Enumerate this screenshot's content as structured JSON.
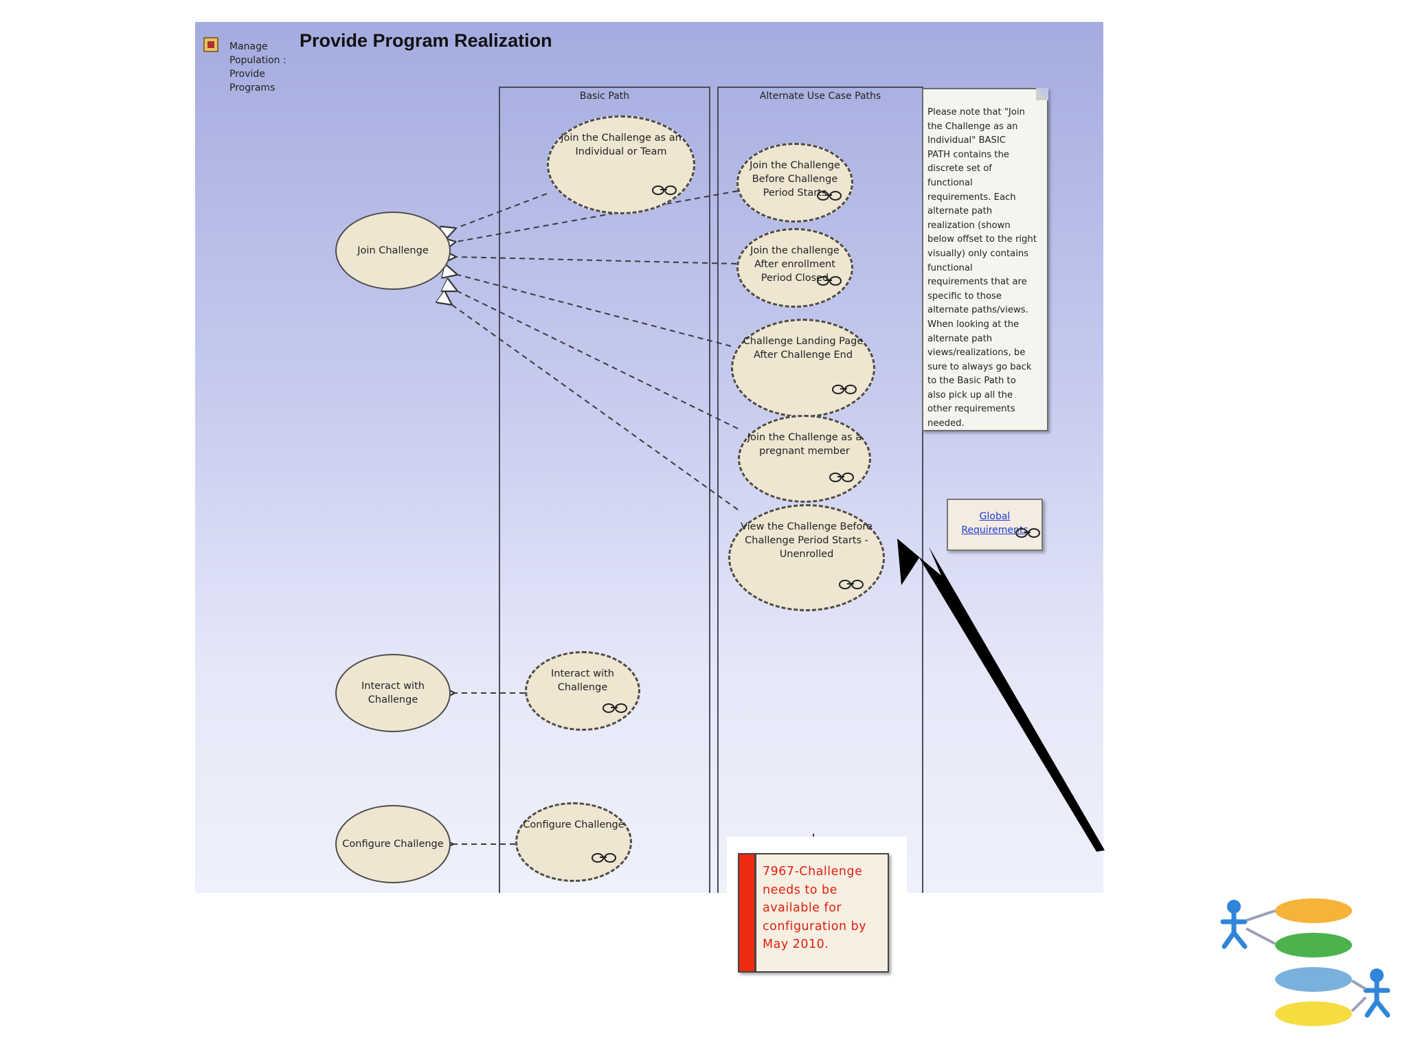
{
  "diagram": {
    "title": "Provide Program Realization",
    "package_caption": [
      "Manage",
      "Population :",
      "Provide",
      "Programs"
    ],
    "lanes": {
      "basic": "Basic Path",
      "alternate": "Alternate Use Case Paths"
    },
    "main_use_cases": {
      "join": "Join Challenge",
      "interact": "Interact with Challenge",
      "configure": "Configure Challenge"
    },
    "basic_use_cases": {
      "join": "Join the Challenge as an Individual or Team",
      "interact": "Interact with Challenge",
      "configure": "Configure Challenge"
    },
    "alternate_use_cases": [
      "Join the Challenge Before Challenge Period Starts",
      "Join the challenge After enrollment Period Closed",
      "Challenge Landing Page After Challenge End",
      "Join the Challenge as a pregnant member",
      "View the Challenge Before Challenge Period Starts - Unenrolled"
    ],
    "note_lines": [
      "Please note that \"Join",
      "the Challenge as an",
      "Individual\" BASIC",
      "PATH contains the",
      "discrete set of",
      "functional",
      "requirements.  Each",
      "alternate path",
      "realization (shown",
      "below offset to the right",
      "visually) only contains",
      "functional",
      "requirements that are",
      "specific to those",
      "alternate paths/views.",
      "When looking at the",
      "alternate path",
      "views/realizations, be",
      "sure to always go back",
      "to the Basic Path to",
      "also pick up all the",
      "other requirements",
      "needed."
    ],
    "global_link": [
      "Global",
      "Requirements"
    ],
    "requirement_note": [
      "7967-Challenge",
      "needs to be",
      "available for",
      "configuration by",
      "May 2010."
    ]
  },
  "colors": {
    "usecase_fill": "#efe6d2",
    "requirement_text": "#e02010",
    "requirement_stripe": "#ee2a12",
    "link": "#1b3bd9"
  }
}
